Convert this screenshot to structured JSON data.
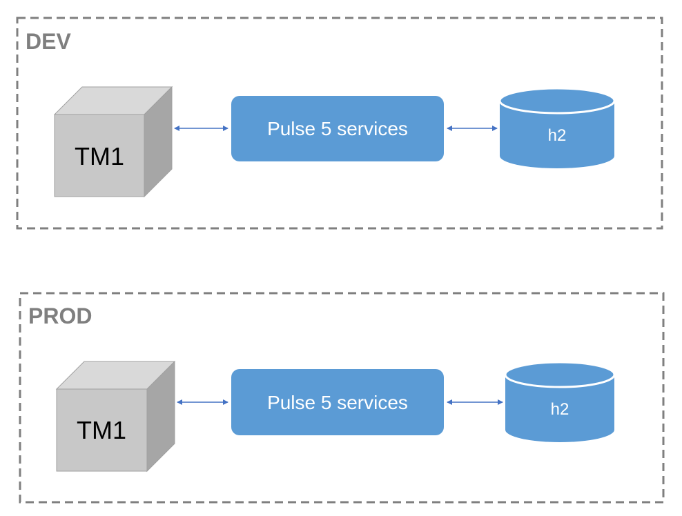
{
  "colors": {
    "frame_border": "#7f7f7f",
    "env_label": "#7f7f7f",
    "cube_front": "#c8c8c8",
    "cube_top": "#d9d9d9",
    "cube_side": "#a6a6a6",
    "cube_edge": "#a0a0a0",
    "service_fill": "#5b9bd5",
    "db_fill": "#5b9bd5",
    "arrow": "#4472c4",
    "text_light": "#ffffff",
    "text_dark": "#000000"
  },
  "environments": [
    {
      "label": "DEV",
      "server": {
        "label": "TM1",
        "icon": "cube-icon"
      },
      "service": {
        "label": "Pulse 5 services"
      },
      "database": {
        "label": "h2",
        "icon": "database-cylinder-icon"
      }
    },
    {
      "label": "PROD",
      "server": {
        "label": "TM1",
        "icon": "cube-icon"
      },
      "service": {
        "label": "Pulse 5 services"
      },
      "database": {
        "label": "h2",
        "icon": "database-cylinder-icon"
      }
    }
  ]
}
